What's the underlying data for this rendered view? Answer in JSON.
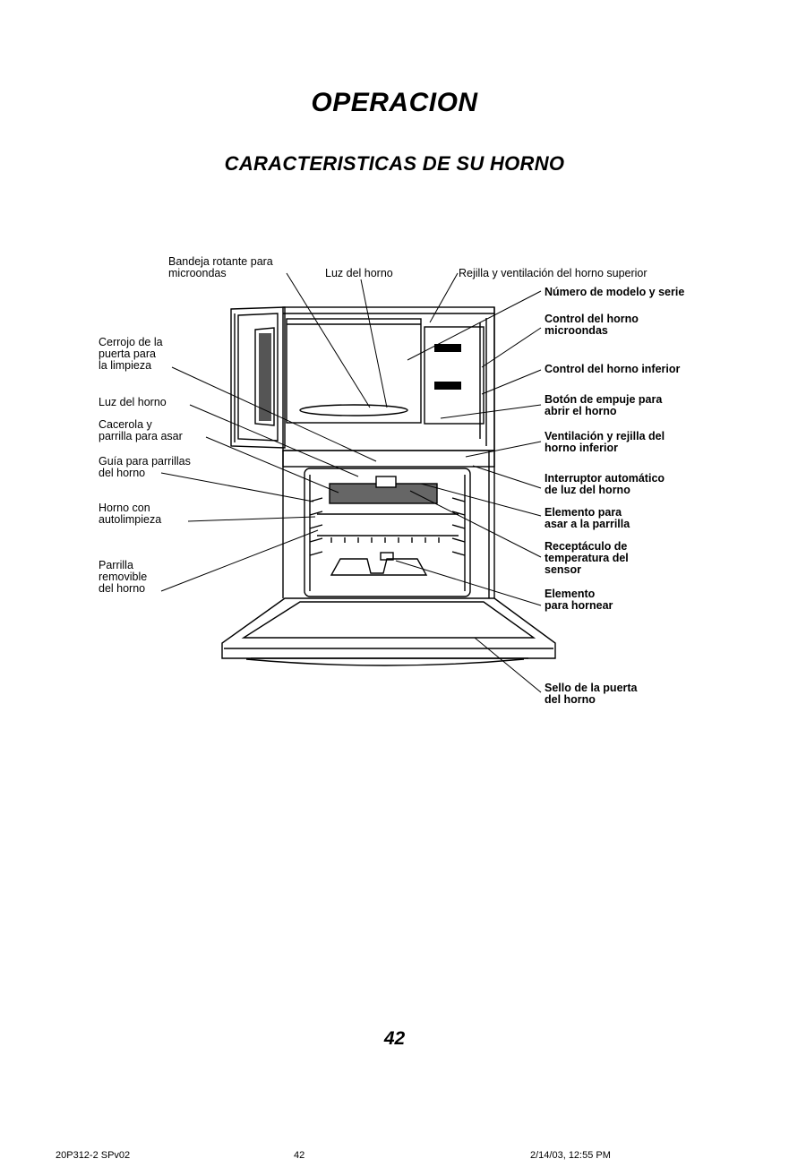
{
  "heading": "OPERACION",
  "subheading": "CARACTERISTICAS DE SU HORNO",
  "labels": {
    "bandeja": "Bandeja rotante para\nmicroondas",
    "luz_top": "Luz del horno",
    "rejilla_sup": "Rejilla y ventilación del horno superior",
    "numero": "Número de modelo y serie",
    "control_micro": "Control del horno\nmicroondas",
    "control_inf": "Control del horno inferior",
    "boton": "Botón de empuje para\nabrir el horno",
    "ventilacion_inf": "Ventilación y rejilla del\nhorno inferior",
    "interruptor": "Interruptor automático\nde luz del horno",
    "elemento_asar": "Elemento para\nasar a la parrilla",
    "receptaculo": "Receptáculo de\ntemperatura del\nsensor",
    "elemento_hornear": "Elemento\npara hornear",
    "sello": "Sello de la puerta\ndel horno",
    "cerrojo": "Cerrojo de la\npuerta para\nla limpieza",
    "luz_left": "Luz del horno",
    "cacerola": "Cacerola y\nparrilla para asar",
    "guia": "Guía para parrillas\ndel horno",
    "autolimpieza": "Horno con\nautolimpieza",
    "parrilla": "Parrilla\nremovible\ndel horno"
  },
  "page_number": "42",
  "footer": {
    "left": "20P312-2 SPv02",
    "center": "42",
    "right": "2/14/03, 12:55 PM"
  }
}
